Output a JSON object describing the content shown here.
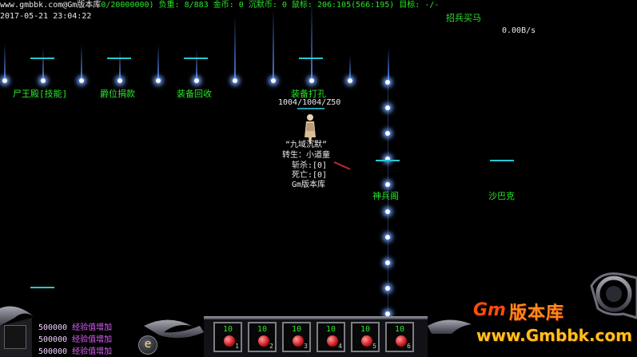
{
  "status_bar": {
    "site": "www.gmbbk.com@Gm版本库",
    "stats": "0/20000000) 负重: 8/883 金币: 0 沉默币: 0 鼠标: 206:105(566:195) 目标: -/-"
  },
  "clock": "2017-05-21 23:04:22",
  "recruit_label": "招兵买马",
  "net_speed": "0.00B/s",
  "npcs": [
    {
      "label": "尸王殿[技能]"
    },
    {
      "label": "爵位捐款"
    },
    {
      "label": "装备回收"
    },
    {
      "label": "装备打孔"
    },
    {
      "label": "神兵阁"
    },
    {
      "label": "沙巴克"
    }
  ],
  "player": {
    "hp": "1004/1004/Z50",
    "guild": "“九域沉默”",
    "rebirth": "转生：小道童",
    "kills": "斩杀:[0]",
    "deaths": "死亡:[0]",
    "title": "Gm版本库"
  },
  "messages": [
    {
      "amount": "500000",
      "text": "经验值增加"
    },
    {
      "amount": "500000",
      "text": "经验值增加"
    },
    {
      "amount": "500000",
      "text": "经验值增加"
    }
  ],
  "hotbar": {
    "e_button": "e",
    "slots": [
      {
        "count": "10",
        "key": "1"
      },
      {
        "count": "10",
        "key": "2"
      },
      {
        "count": "10",
        "key": "3"
      },
      {
        "count": "10",
        "key": "4"
      },
      {
        "count": "10",
        "key": "5"
      },
      {
        "count": "10",
        "key": "6"
      }
    ]
  },
  "logo": {
    "mark": "Gm",
    "brand": "版本库",
    "url": "www.Gmbbk.com"
  }
}
